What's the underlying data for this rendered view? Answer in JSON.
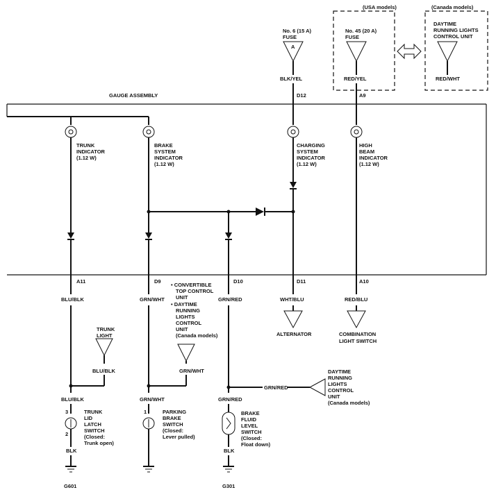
{
  "models": {
    "usa": "(USA models)",
    "canada": "(Canada models)"
  },
  "gauge_assembly": "GAUGE ASSEMBLY",
  "sources": {
    "fuse6": [
      "No. 6 (15 A)",
      "FUSE"
    ],
    "fuse6_symbol": "A",
    "fuse45": [
      "No. 45 (20 A)",
      "FUSE"
    ],
    "drl_top": [
      "DAYTIME",
      "RUNNING LIGHTS",
      "CONTROL UNIT"
    ]
  },
  "wires": {
    "blk_yel": "BLK/YEL",
    "red_yel": "RED/YEL",
    "red_wht": "RED/WHT",
    "blu_blk": "BLU/BLK",
    "grn_wht": "GRN/WHT",
    "grn_red": "GRN/RED",
    "wht_blu": "WHT/BLU",
    "red_blu": "RED/BLU",
    "blk": "BLK"
  },
  "pins": {
    "d12": "D12",
    "a9": "A9",
    "a11": "A11",
    "d9": "D9",
    "d10": "D10",
    "d11": "D11",
    "a10": "A10",
    "p3": "3",
    "p2": "2",
    "p1": "1"
  },
  "indicators": {
    "trunk": [
      "TRUNK",
      "INDICATOR",
      "(1.12 W)"
    ],
    "brake": [
      "BRAKE",
      "SYSTEM",
      "INDICATOR",
      "(1.12 W)"
    ],
    "charging": [
      "CHARGING",
      "SYSTEM",
      "INDICATOR",
      "(1.12 W)"
    ],
    "high_beam": [
      "HIGH",
      "BEAM",
      "INDICATOR",
      "(1.12 W)"
    ]
  },
  "d9_notes": [
    "• CONVERTIBLE",
    "TOP CONTROL",
    "UNIT",
    "• DAYTIME",
    "RUNNING",
    "LIGHTS",
    "CONTROL",
    "UNIT",
    "(Canada models)"
  ],
  "loads": {
    "trunk_light": [
      "TRUNK",
      "LIGHT"
    ],
    "alternator": "ALTERNATOR",
    "combination": [
      "COMBINATION",
      "LIGHT SWITCH"
    ],
    "drl_right": [
      "DAYTIME",
      "RUNNING",
      "LIGHTS",
      "CONTROL",
      "UNIT",
      "(Canada models)"
    ]
  },
  "switches": {
    "trunk": [
      "TRUNK",
      "LID",
      "LATCH",
      "SWITCH",
      "(Closed:",
      "Trunk open)"
    ],
    "parking": [
      "PARKING",
      "BRAKE",
      "SWITCH",
      "(Closed:",
      "Lever pulled)"
    ],
    "fluid": [
      "BRAKE",
      "FLUID",
      "LEVEL",
      "SWITCH",
      "(Closed:",
      "Float down)"
    ]
  },
  "grounds": {
    "g601": "G601",
    "g301": "G301"
  }
}
